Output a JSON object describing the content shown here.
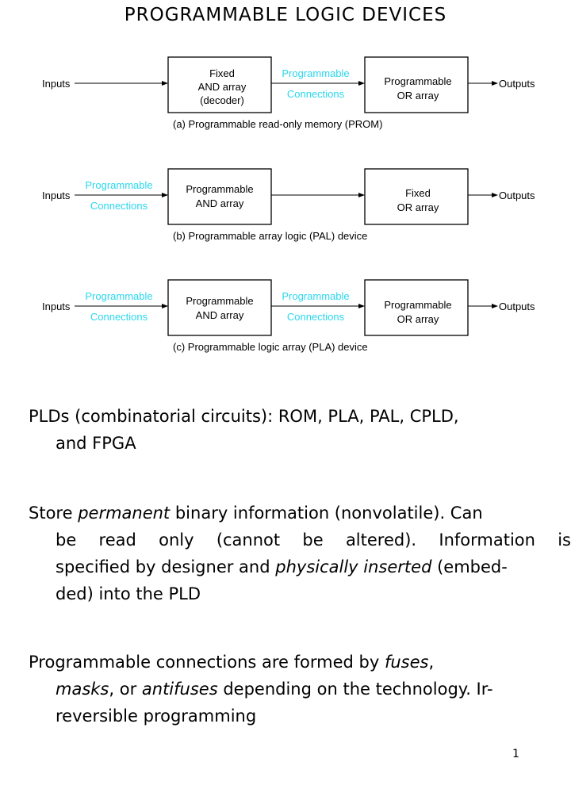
{
  "title": "PROGRAMMABLE LOGIC DEVICES",
  "colors": {
    "programmable_label": "#29d7ee",
    "line": "#000000"
  },
  "diagrams": [
    {
      "input": "Inputs",
      "left_conn": [
        "",
        ""
      ],
      "box1": [
        "Fixed",
        "AND array",
        "(decoder)"
      ],
      "mid_conn": [
        "Programmable",
        "Connections"
      ],
      "box2": [
        "Programmable",
        "OR array"
      ],
      "output": "Outputs",
      "caption": "(a) Programmable read-only memory (PROM)"
    },
    {
      "input": "Inputs",
      "left_conn": [
        "Programmable",
        "Connections"
      ],
      "box1": [
        "Programmable",
        "AND array"
      ],
      "mid_conn": [
        "",
        ""
      ],
      "box2": [
        "Fixed",
        "OR array"
      ],
      "output": "Outputs",
      "caption": "(b) Programmable array logic (PAL) device"
    },
    {
      "input": "Inputs",
      "left_conn": [
        "Programmable",
        "Connections"
      ],
      "box1": [
        "Programmable",
        "AND array"
      ],
      "mid_conn": [
        "Programmable",
        "Connections"
      ],
      "box2": [
        "Programmable",
        "OR array"
      ],
      "output": "Outputs",
      "caption": "(c) Programmable logic array (PLA) device"
    }
  ],
  "paragraphs": {
    "p1": {
      "line1": "PLDs (combinatorial circuits): ROM, PLA, PAL, CPLD,",
      "line2": "and FPGA"
    },
    "p2": {
      "l1a": "Store ",
      "l1b": "permanent",
      "l1c": " binary information (nonvolatile).  Can",
      "l2": "be read only (cannot be altered).  Information is",
      "l3a": "specified by designer and ",
      "l3b": "physically inserted",
      "l3c": " (embed-",
      "l4": "ded) into the PLD"
    },
    "p3": {
      "l1a": "Programmable connections are formed by ",
      "l1b": "fuses",
      "l1c": ",",
      "l2a": "masks",
      "l2b": ", or ",
      "l2c": "antifuses",
      "l2d": " depending on the technology. Ir-",
      "l3": "reversible programming"
    }
  },
  "page_number": "1"
}
